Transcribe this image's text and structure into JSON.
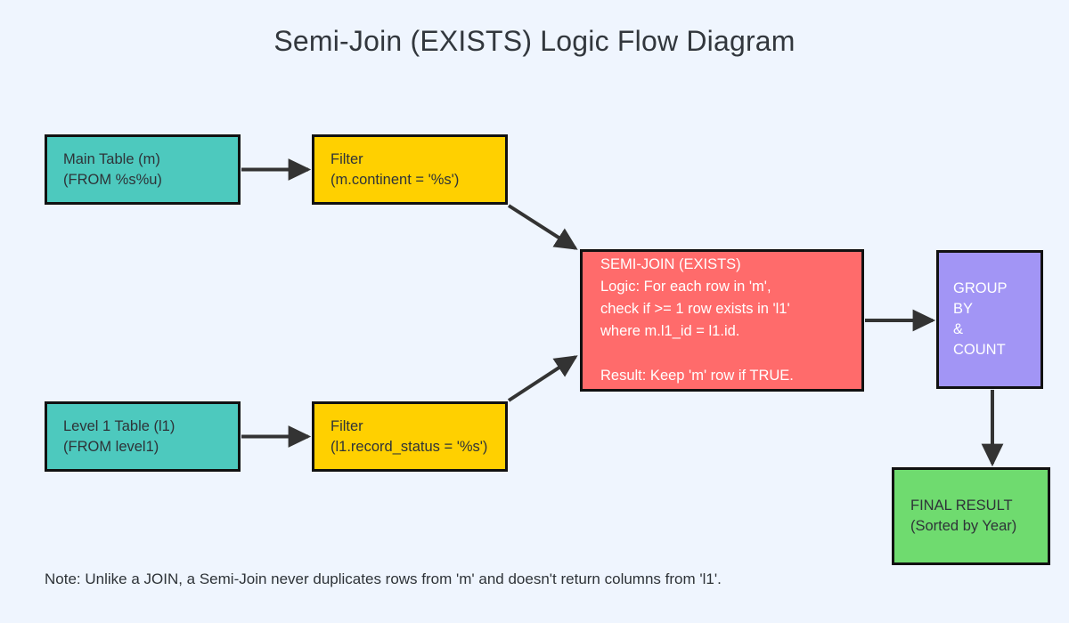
{
  "page": {
    "title": "Semi-Join (EXISTS) Logic Flow Diagram",
    "background_color": "#eff5fe",
    "note": "Note: Unlike a JOIN, a Semi-Join never duplicates rows from 'm' and doesn't return columns from 'l1'."
  },
  "nodes": {
    "main_table": {
      "line1": "Main Table (m)",
      "line2": "(FROM %s%u)",
      "fill": "#4dc9be",
      "text_color": "#2e3338"
    },
    "filter_main": {
      "line1": "Filter",
      "line2": "(m.continent = '%s')",
      "fill": "#ffd000",
      "text_color": "#2e3338"
    },
    "level1_table": {
      "line1": "Level 1 Table (l1)",
      "line2": "(FROM level1)",
      "fill": "#4dc9be",
      "text_color": "#2e3338"
    },
    "filter_level1": {
      "line1": "Filter",
      "line2": "(l1.record_status = '%s')",
      "fill": "#ffd000",
      "text_color": "#2e3338"
    },
    "semi_join": {
      "line1": "SEMI-JOIN (EXISTS)",
      "line2": "Logic: For each row in 'm',",
      "line3": "check if >= 1 row exists in 'l1'",
      "line4": "where m.l1_id = l1.id.",
      "line5": "",
      "line6": "Result: Keep 'm' row if TRUE.",
      "fill": "#ff6b6b",
      "text_color": "#ffffff"
    },
    "group_by": {
      "line1": "GROUP BY",
      "line2": "&",
      "line3": "COUNT",
      "fill": "#a295f5",
      "text_color": "#ffffff"
    },
    "final_result": {
      "line1": "FINAL RESULT",
      "line2": "(Sorted by Year)",
      "fill": "#6fdb6f",
      "text_color": "#2e3338"
    }
  },
  "edges": [
    {
      "name": "main-table-to-filter",
      "from": "main_table",
      "to": "filter_main"
    },
    {
      "name": "level1-table-to-filter",
      "from": "level1_table",
      "to": "filter_level1"
    },
    {
      "name": "filter-main-to-semijoin",
      "from": "filter_main",
      "to": "semi_join"
    },
    {
      "name": "filter-level1-to-semijoin",
      "from": "filter_level1",
      "to": "semi_join"
    },
    {
      "name": "semijoin-to-groupby",
      "from": "semi_join",
      "to": "group_by"
    },
    {
      "name": "groupby-to-final-result",
      "from": "group_by",
      "to": "final_result"
    }
  ],
  "style": {
    "edge_color": "#333333",
    "node_border_color": "#111111"
  }
}
